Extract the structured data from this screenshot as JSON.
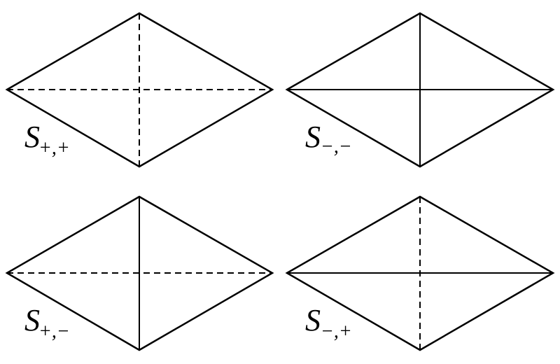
{
  "diagrams": [
    {
      "label_main": "S",
      "label_subscript": "+,+",
      "horizontal_diagonal": "dashed",
      "vertical_diagonal": "dashed"
    },
    {
      "label_main": "S",
      "label_subscript": "−,−",
      "horizontal_diagonal": "solid",
      "vertical_diagonal": "solid"
    },
    {
      "label_main": "S",
      "label_subscript": "+,−",
      "horizontal_diagonal": "dashed",
      "vertical_diagonal": "solid"
    },
    {
      "label_main": "S",
      "label_subscript": "−,+",
      "horizontal_diagonal": "solid",
      "vertical_diagonal": "dashed"
    }
  ],
  "colors": {
    "stroke": "#000000",
    "background": "#ffffff"
  }
}
